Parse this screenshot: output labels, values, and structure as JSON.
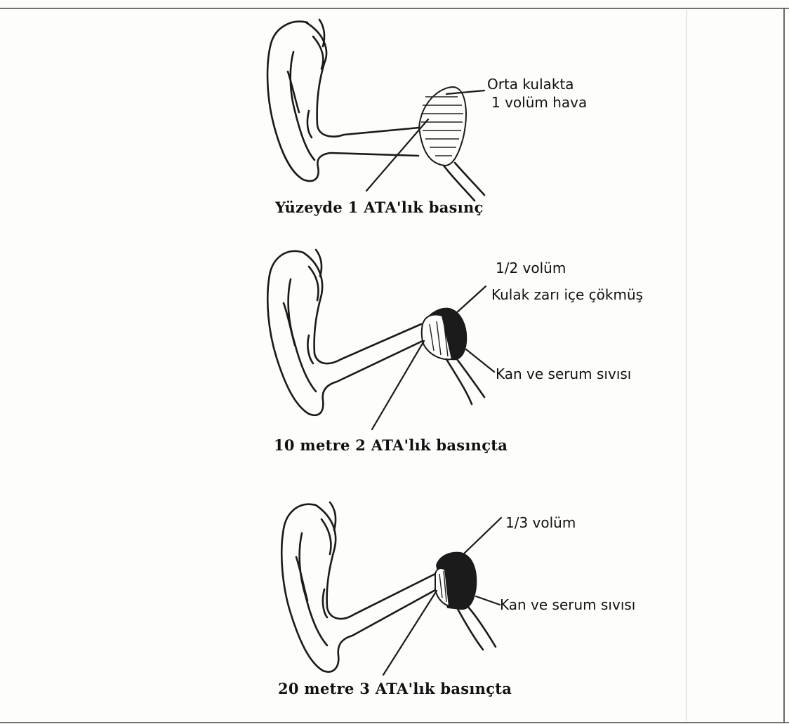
{
  "panels": [
    {
      "caption": "Yüzeyde 1 ATA'lık basınç",
      "labels": [
        "Orta kulakta",
        "1 volüm hava"
      ]
    },
    {
      "caption": "10 metre 2 ATA'lık basınçta",
      "labels": [
        "1/2 volüm",
        "Kulak zarı içe çökmüş",
        "Kan ve serum sıvısı"
      ]
    },
    {
      "caption": "20 metre 3 ATA'lık basınçta",
      "labels": [
        "1/3 volüm",
        "Kan ve serum sıvısı"
      ]
    }
  ]
}
